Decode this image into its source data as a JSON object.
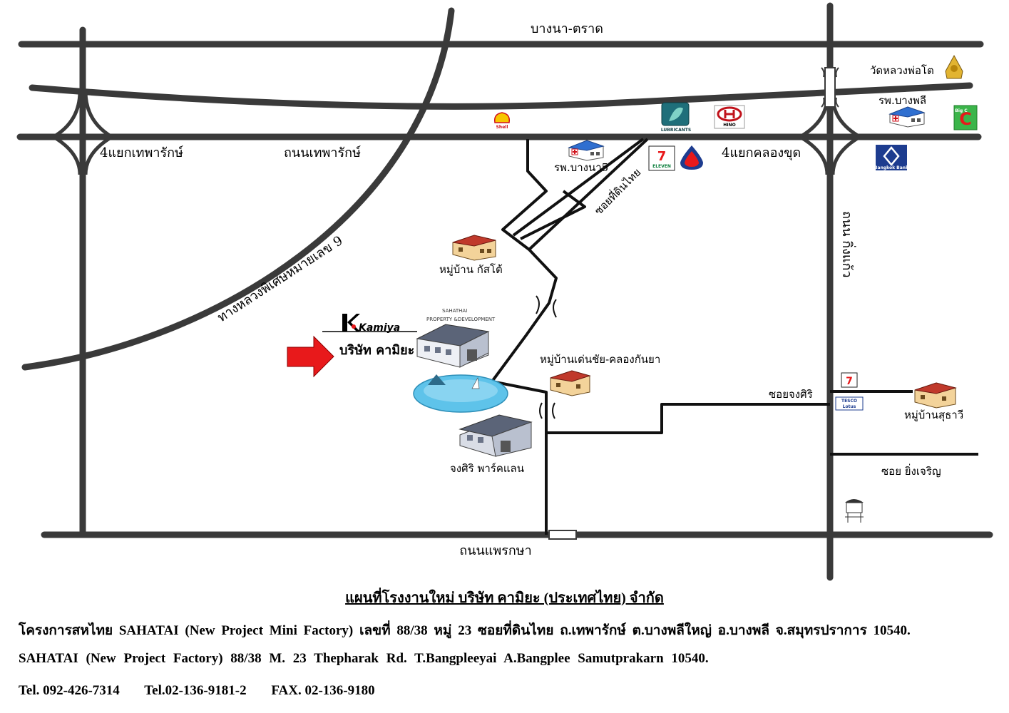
{
  "roads": {
    "top_highway": "บางนา-ตราด",
    "thepharak_road": "ถนนเทพารักษ์",
    "intersection_thepharak": "4แยกเทพารักษ์",
    "intersection_khlong_khut": "4แยกคลองขุด",
    "motorway_9": "ทางหลวงพิเศษหมายเลข 9",
    "soi_thidin_thai": "ซอยที่ดินไทย",
    "king_kaew": "ถนน กิ่งแก้ว",
    "bottom_road": "ถนนแพรกษา",
    "soi_chongsiri": "ซอยจงศิริ",
    "soi_ying_charoen": "ซอย ยิ่งเจริญ"
  },
  "places": {
    "wat": "วัดหลวงพ่อโต",
    "bangphli_hospital": "รพ.บางพลี",
    "bangna5_hospital": "รพ.บางนา5",
    "village_kasto": "หมู่บ้าน กัสโต้",
    "village_denchai": "หมู่บ้านเด่นชัย-คลองกันยา",
    "village_suthawee": "หมู่บ้านสุธาวี",
    "chongsiri_parkland": "จงศิริ พาร์คแลน",
    "company_name": "บริษัท คามิยะ",
    "kamiya_logo": "Kamiya",
    "sahathai_logo": "SAHATHAI",
    "sahathai_sub": "PROPERTY &DEVELOPMENT"
  },
  "logos": {
    "shell": "Shell",
    "lubricants": "LUBRICANTS",
    "hino": "HINO",
    "seven_eleven": "ELEVEN",
    "big_c": "Big C",
    "bangkok_bank": "Bangkok Bank",
    "tesco": "TESCO",
    "lotus": "Lotus"
  },
  "footer": {
    "title": "แผนที่โรงงานใหม่  บริษัท  คามิยะ (ประเทศไทย)  จำกัด",
    "line1": "โครงการสหไทย  SAHATAI  (New Project Mini Factory)    เลขที่  88/38  หมู่ 23 ซอยที่ดินไทย ถ.เทพารักษ์  ต.บางพลีใหญ่  อ.บางพลี  จ.สมุทรปราการ  10540.",
    "line2": "SAHATAI  (New  Project  Factory)     88/38  M. 23  Thepharak Rd.   T.Bangpleeyai   A.Bangplee    Samutprakarn  10540.",
    "tel1": "Tel.  092-426-7314",
    "tel2": "Tel.02-136-9181-2",
    "fax": "FAX. 02-136-9180"
  },
  "colors": {
    "road": "#3a3a3a",
    "arrow": "#e8191b",
    "water": "#5ec3ea",
    "shell_yellow": "#f7c600",
    "shell_red": "#d0121b",
    "bank_blue": "#1d3c8f"
  }
}
